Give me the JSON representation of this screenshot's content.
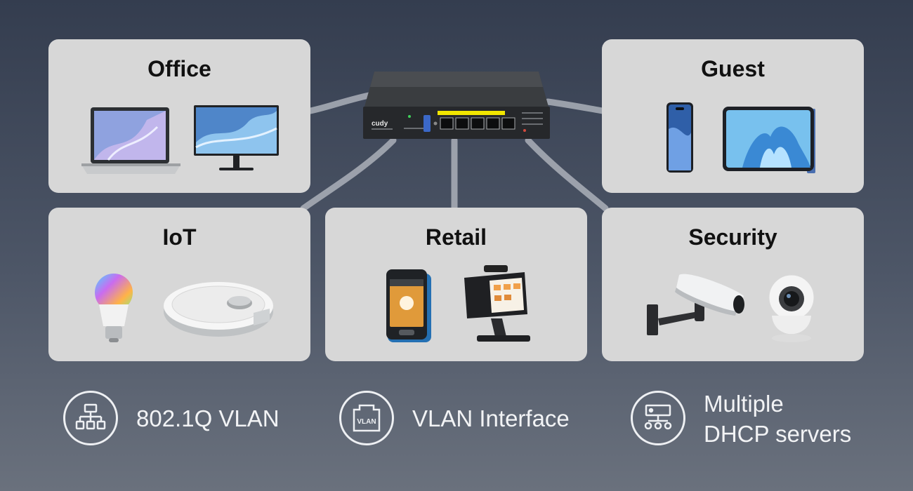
{
  "cards": {
    "office": {
      "title": "Office"
    },
    "guest": {
      "title": "Guest"
    },
    "iot": {
      "title": "IoT"
    },
    "retail": {
      "title": "Retail"
    },
    "security": {
      "title": "Security"
    }
  },
  "router": {
    "brand": "cudy"
  },
  "features": [
    {
      "label": "802.1Q VLAN",
      "icon": "network-hierarchy-icon"
    },
    {
      "label": "VLAN Interface",
      "icon": "vlan-port-icon"
    },
    {
      "label_line1": "Multiple",
      "label_line2": "DHCP servers",
      "icon": "dhcp-server-icon"
    }
  ],
  "colors": {
    "card": "#d7d7d7",
    "accent_port": "#f1e600",
    "text_light": "#f2f3f5"
  }
}
